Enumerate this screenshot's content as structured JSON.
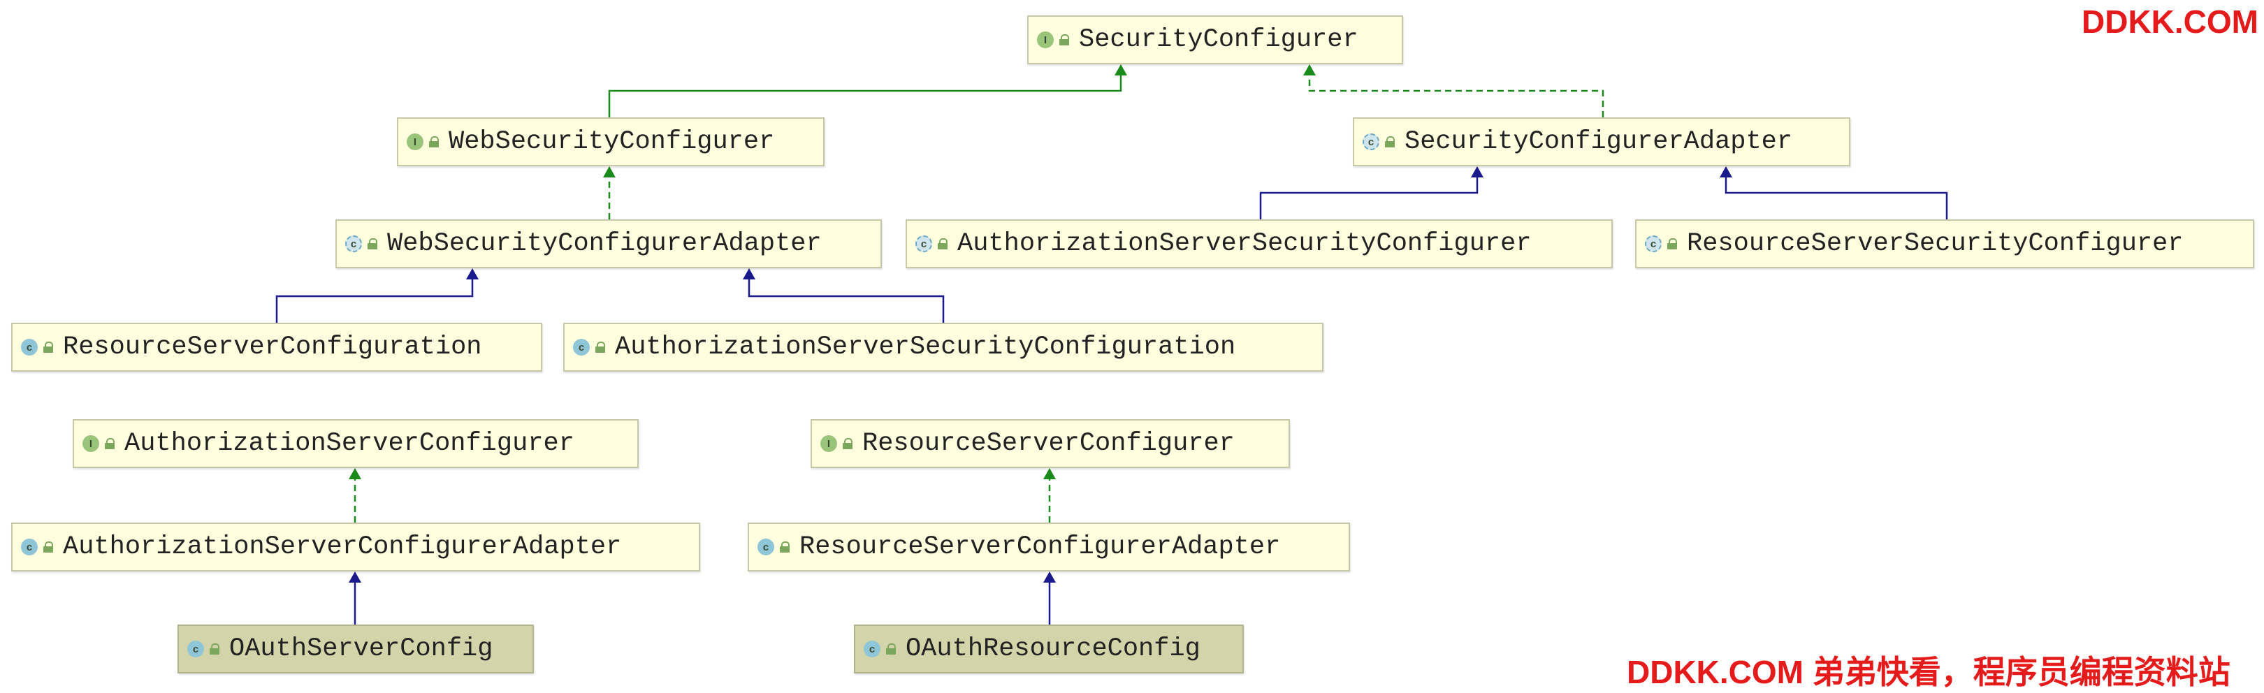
{
  "nodes": [
    {
      "id": "securityConfigurer",
      "label": "SecurityConfigurer",
      "kind": "i",
      "icon": "interface-icon"
    },
    {
      "id": "webSecurityConfigurer",
      "label": "WebSecurityConfigurer",
      "kind": "i",
      "icon": "interface-icon"
    },
    {
      "id": "securityConfigurerAdapter",
      "label": "SecurityConfigurerAdapter",
      "kind": "ca",
      "icon": "abstract-class-icon"
    },
    {
      "id": "webSecurityConfigurerAdapter",
      "label": "WebSecurityConfigurerAdapter",
      "kind": "ca",
      "icon": "abstract-class-icon"
    },
    {
      "id": "authorizationServerSecurityConfigurer",
      "label": "AuthorizationServerSecurityConfigurer",
      "kind": "ca",
      "icon": "abstract-class-icon"
    },
    {
      "id": "resourceServerSecurityConfigurer",
      "label": "ResourceServerSecurityConfigurer",
      "kind": "ca",
      "icon": "abstract-class-icon"
    },
    {
      "id": "resourceServerConfiguration",
      "label": "ResourceServerConfiguration",
      "kind": "c",
      "icon": "class-icon"
    },
    {
      "id": "authorizationServerSecurityConfiguration",
      "label": "AuthorizationServerSecurityConfiguration",
      "kind": "c",
      "icon": "class-icon"
    },
    {
      "id": "authorizationServerConfigurer",
      "label": "AuthorizationServerConfigurer",
      "kind": "i",
      "icon": "interface-icon"
    },
    {
      "id": "resourceServerConfigurer",
      "label": "ResourceServerConfigurer",
      "kind": "i",
      "icon": "interface-icon"
    },
    {
      "id": "authorizationServerConfigurerAdapter",
      "label": "AuthorizationServerConfigurerAdapter",
      "kind": "c",
      "icon": "class-icon"
    },
    {
      "id": "resourceServerConfigurerAdapter",
      "label": "ResourceServerConfigurerAdapter",
      "kind": "c",
      "icon": "class-icon"
    },
    {
      "id": "oauthServerConfig",
      "label": "OAuthServerConfig",
      "kind": "c",
      "icon": "class-icon",
      "selected": true
    },
    {
      "id": "oauthResourceConfig",
      "label": "OAuthResourceConfig",
      "kind": "c",
      "icon": "class-icon",
      "selected": true
    }
  ],
  "edges": [
    {
      "from": "webSecurityConfigurer",
      "to": "securityConfigurer",
      "relation": "extends"
    },
    {
      "from": "securityConfigurerAdapter",
      "to": "securityConfigurer",
      "relation": "implements"
    },
    {
      "from": "webSecurityConfigurerAdapter",
      "to": "webSecurityConfigurer",
      "relation": "implements"
    },
    {
      "from": "authorizationServerSecurityConfigurer",
      "to": "securityConfigurerAdapter",
      "relation": "extends-class"
    },
    {
      "from": "resourceServerSecurityConfigurer",
      "to": "securityConfigurerAdapter",
      "relation": "extends-class"
    },
    {
      "from": "resourceServerConfiguration",
      "to": "webSecurityConfigurerAdapter",
      "relation": "extends-class"
    },
    {
      "from": "authorizationServerSecurityConfiguration",
      "to": "webSecurityConfigurerAdapter",
      "relation": "extends-class"
    },
    {
      "from": "authorizationServerConfigurerAdapter",
      "to": "authorizationServerConfigurer",
      "relation": "implements"
    },
    {
      "from": "resourceServerConfigurerAdapter",
      "to": "resourceServerConfigurer",
      "relation": "implements"
    },
    {
      "from": "oauthServerConfig",
      "to": "authorizationServerConfigurerAdapter",
      "relation": "extends-class"
    },
    {
      "from": "oauthResourceConfig",
      "to": "resourceServerConfigurerAdapter",
      "relation": "extends-class"
    }
  ],
  "colors": {
    "extends": "#1a8a1a",
    "implements": "#1a8a1a",
    "extends-class": "#1a1a8c",
    "watermark": "#e51b1b"
  },
  "watermarks": {
    "top": "DDKK.COM",
    "bottom": "DDKK.COM 弟弟快看，程序员编程资料站"
  }
}
